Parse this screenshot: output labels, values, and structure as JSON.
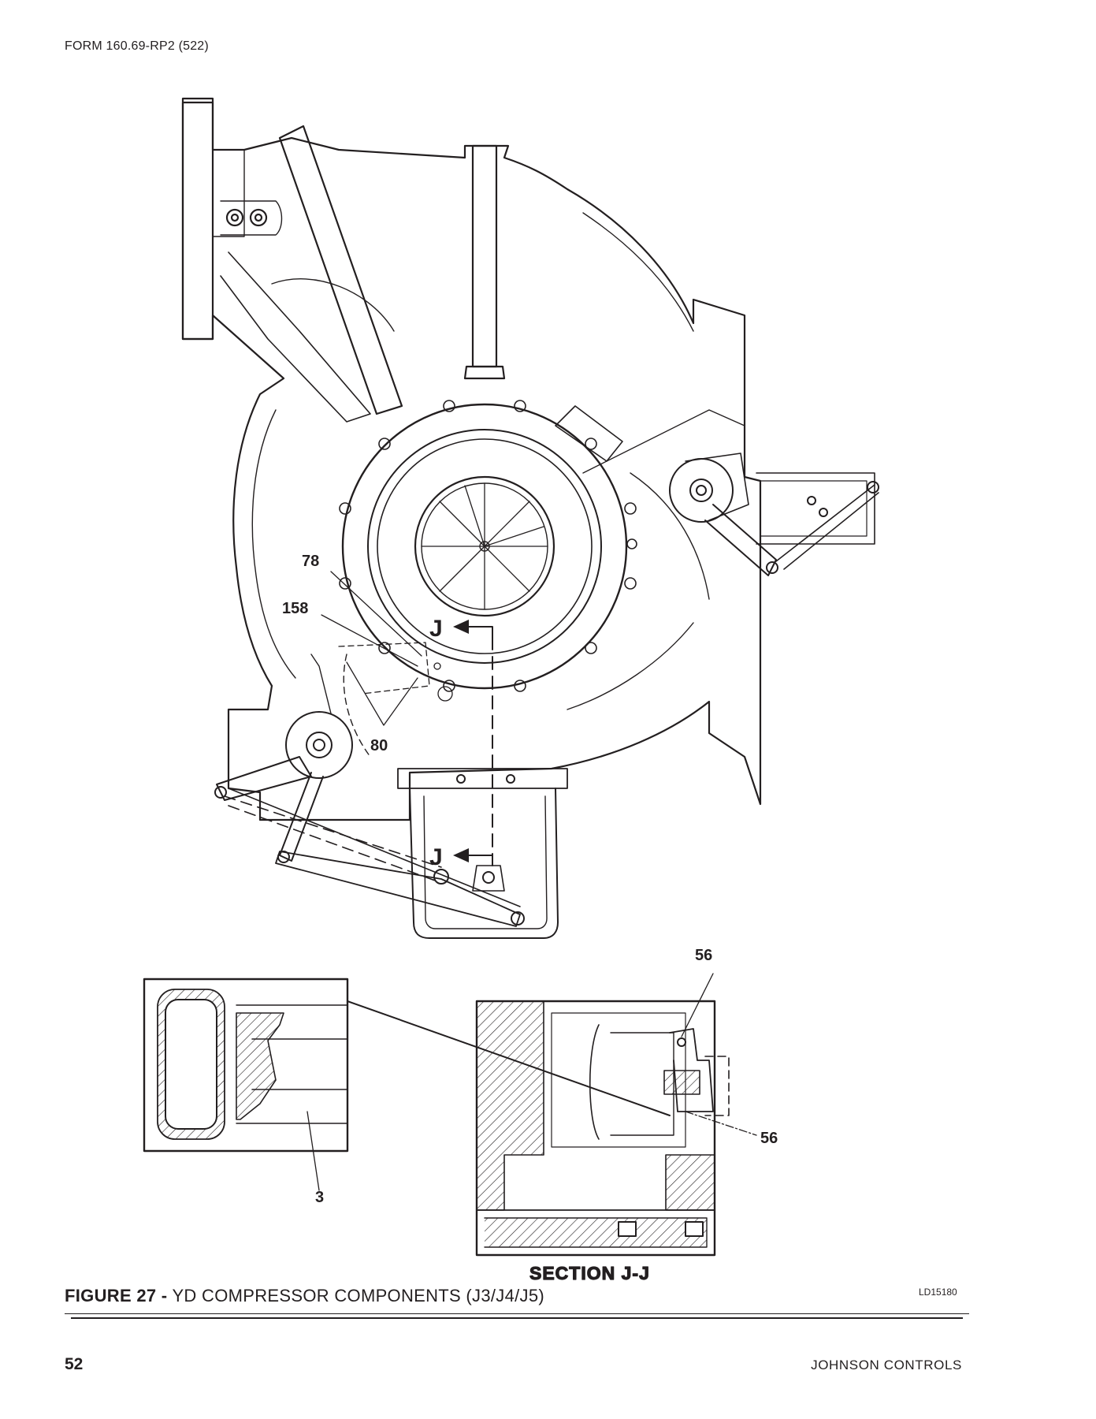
{
  "header": {
    "form_code": "FORM 160.69-RP2 (522)"
  },
  "figure": {
    "number": "FIGURE 27 -",
    "title": "YD COMPRESSOR COMPONENTS (J3/J4/J5)",
    "drawing_id": "LD15180",
    "section_title": "SECTION J-J",
    "section_mark_top": "J",
    "section_mark_bottom": "J",
    "callouts": {
      "c78": "78",
      "c158": "158",
      "c80": "80",
      "c3": "3",
      "c56_top": "56",
      "c56_right": "56"
    }
  },
  "footer": {
    "page_number": "52",
    "company": "JOHNSON CONTROLS"
  }
}
